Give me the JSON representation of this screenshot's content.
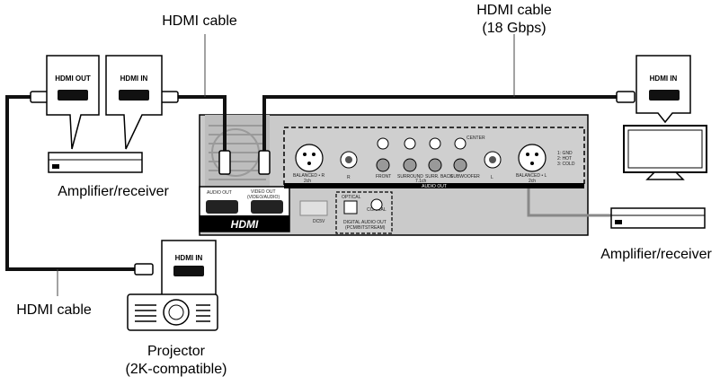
{
  "labels": {
    "hdmi_cable_top": "HDMI cable",
    "hdmi_cable_right_1": "HDMI cable",
    "hdmi_cable_right_2": "(18 Gbps)",
    "hdmi_cable_left": "HDMI cable",
    "amp_left": "Amplifier/receiver",
    "amp_right": "Amplifier/receiver",
    "projector_1": "Projector",
    "projector_2": "(2K-compatible)"
  },
  "bubbles": {
    "amp_hdmi_out": "HDMI OUT",
    "amp_hdmi_in": "HDMI IN",
    "tv_hdmi_in": "HDMI IN",
    "projector_hdmi_in": "HDMI IN"
  },
  "player": {
    "audio_out_port": "AUDIO OUT",
    "video_out_port_1": "VIDEO OUT",
    "video_out_port_2": "(VIDEO/AUDIO)",
    "hdmi_logo": "HDMI",
    "dc_label": "DC5V",
    "optical": "OPTICAL",
    "coaxial": "COAXIAL",
    "digital_audio_out_1": "DIGITAL AUDIO OUT",
    "digital_audio_out_2": "(PCM/BITSTREAM)",
    "balanced_r": "BALANCED • R",
    "balanced_l": "BALANCED • L",
    "two_ch_left": "2ch",
    "two_ch_right": "2ch",
    "r_label": "R",
    "l_label": "L",
    "front": "FRONT",
    "surround": "SURROUND",
    "surr_back": "SURR. BACK",
    "subwoofer": "SUBWOOFER",
    "center": "CENTER",
    "seven_one_ch": "7.1ch",
    "audio_out_bar": "AUDIO OUT",
    "pin_1": "1: GND",
    "pin_2": "2: HOT",
    "pin_3": "3: COLD"
  },
  "colors": {
    "cable": "#111111",
    "panel": "#c8c8c8",
    "panel_dark": "#b4b4b4",
    "outline": "#000000"
  }
}
